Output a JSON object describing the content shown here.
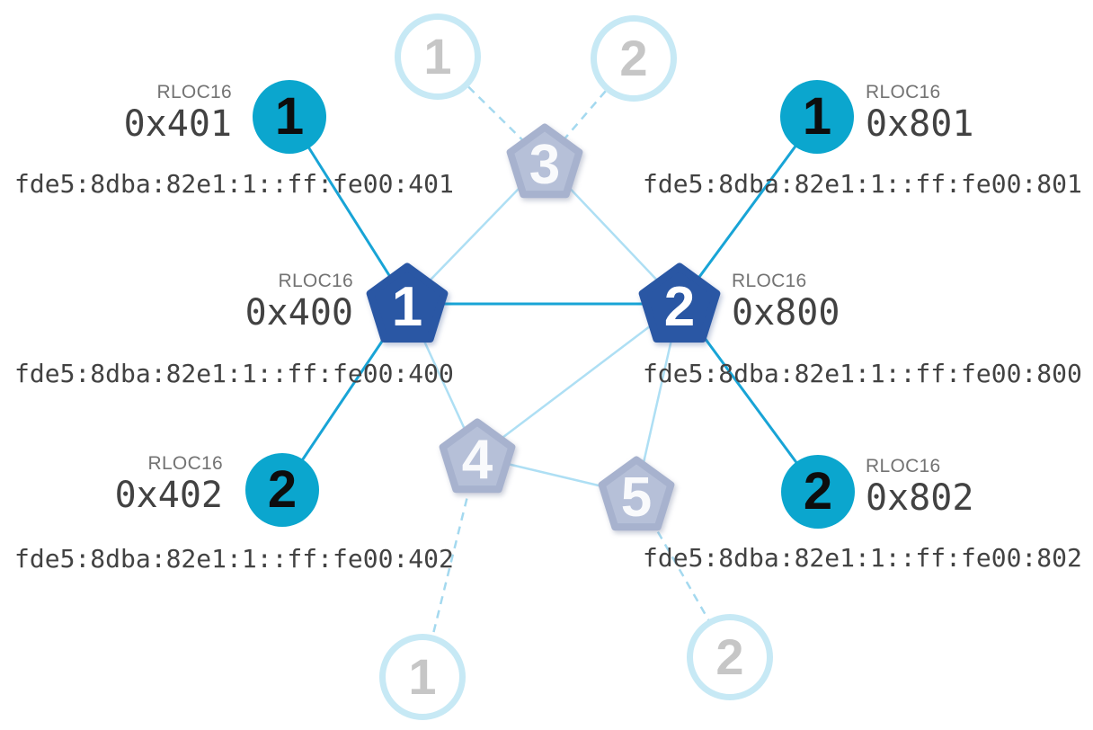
{
  "diagram": {
    "type": "thread-network-topology",
    "caption_rloc16": "RLOC16",
    "routers": {
      "r1": {
        "number": "1",
        "rloc16": "0x400",
        "ipv6": "fde5:8dba:82e1:1::ff:fe00:400",
        "style": "active"
      },
      "r2": {
        "number": "2",
        "rloc16": "0x800",
        "ipv6": "fde5:8dba:82e1:1::ff:fe00:800",
        "style": "active"
      },
      "r3": {
        "number": "3",
        "style": "faded"
      },
      "r4": {
        "number": "4",
        "style": "faded"
      },
      "r5": {
        "number": "5",
        "style": "faded"
      }
    },
    "children": {
      "c401": {
        "number": "1",
        "rloc16": "0x401",
        "ipv6": "fde5:8dba:82e1:1::ff:fe00:401",
        "style": "active"
      },
      "c402": {
        "number": "2",
        "rloc16": "0x402",
        "ipv6": "fde5:8dba:82e1:1::ff:fe00:402",
        "style": "active"
      },
      "c801": {
        "number": "1",
        "rloc16": "0x801",
        "ipv6": "fde5:8dba:82e1:1::ff:fe00:801",
        "style": "active"
      },
      "c802": {
        "number": "2",
        "rloc16": "0x802",
        "ipv6": "fde5:8dba:82e1:1::ff:fe00:802",
        "style": "active"
      },
      "ctop1": {
        "number": "1",
        "style": "faded"
      },
      "ctop2": {
        "number": "2",
        "style": "faded"
      },
      "cbottom1": {
        "number": "1",
        "style": "faded"
      },
      "cbottom2": {
        "number": "2",
        "style": "faded"
      }
    },
    "edges": [
      {
        "from": "r1",
        "to": "r2",
        "type": "strong"
      },
      {
        "from": "r1",
        "to": "c401",
        "type": "strong"
      },
      {
        "from": "r1",
        "to": "c402",
        "type": "strong"
      },
      {
        "from": "r2",
        "to": "c801",
        "type": "strong"
      },
      {
        "from": "r2",
        "to": "c802",
        "type": "strong"
      },
      {
        "from": "r1",
        "to": "r3",
        "type": "weak"
      },
      {
        "from": "r2",
        "to": "r3",
        "type": "weak"
      },
      {
        "from": "r1",
        "to": "r4",
        "type": "weak"
      },
      {
        "from": "r2",
        "to": "r4",
        "type": "weak"
      },
      {
        "from": "r2",
        "to": "r5",
        "type": "weak"
      },
      {
        "from": "r4",
        "to": "r5",
        "type": "weak"
      },
      {
        "from": "ctop1",
        "to": "r3",
        "type": "dashed"
      },
      {
        "from": "ctop2",
        "to": "r3",
        "type": "dashed"
      },
      {
        "from": "r4",
        "to": "cbottom1",
        "type": "dashed"
      },
      {
        "from": "r5",
        "to": "cbottom2",
        "type": "dashed"
      }
    ],
    "colors": {
      "router_active": "#2a57a4",
      "router_faded_fill": "#b6c0d8",
      "router_faded_border": "#a7b2ce",
      "child_active": "#0ba6ce",
      "faded_circle_border": "#c7e9f5",
      "faded_number": "#c6c6c6",
      "link_strong": "#18a4d6",
      "link_weak": "#aedff4",
      "link_dashed": "#a4d9ef",
      "text_caption": "#737373",
      "text_value": "#424242"
    }
  }
}
